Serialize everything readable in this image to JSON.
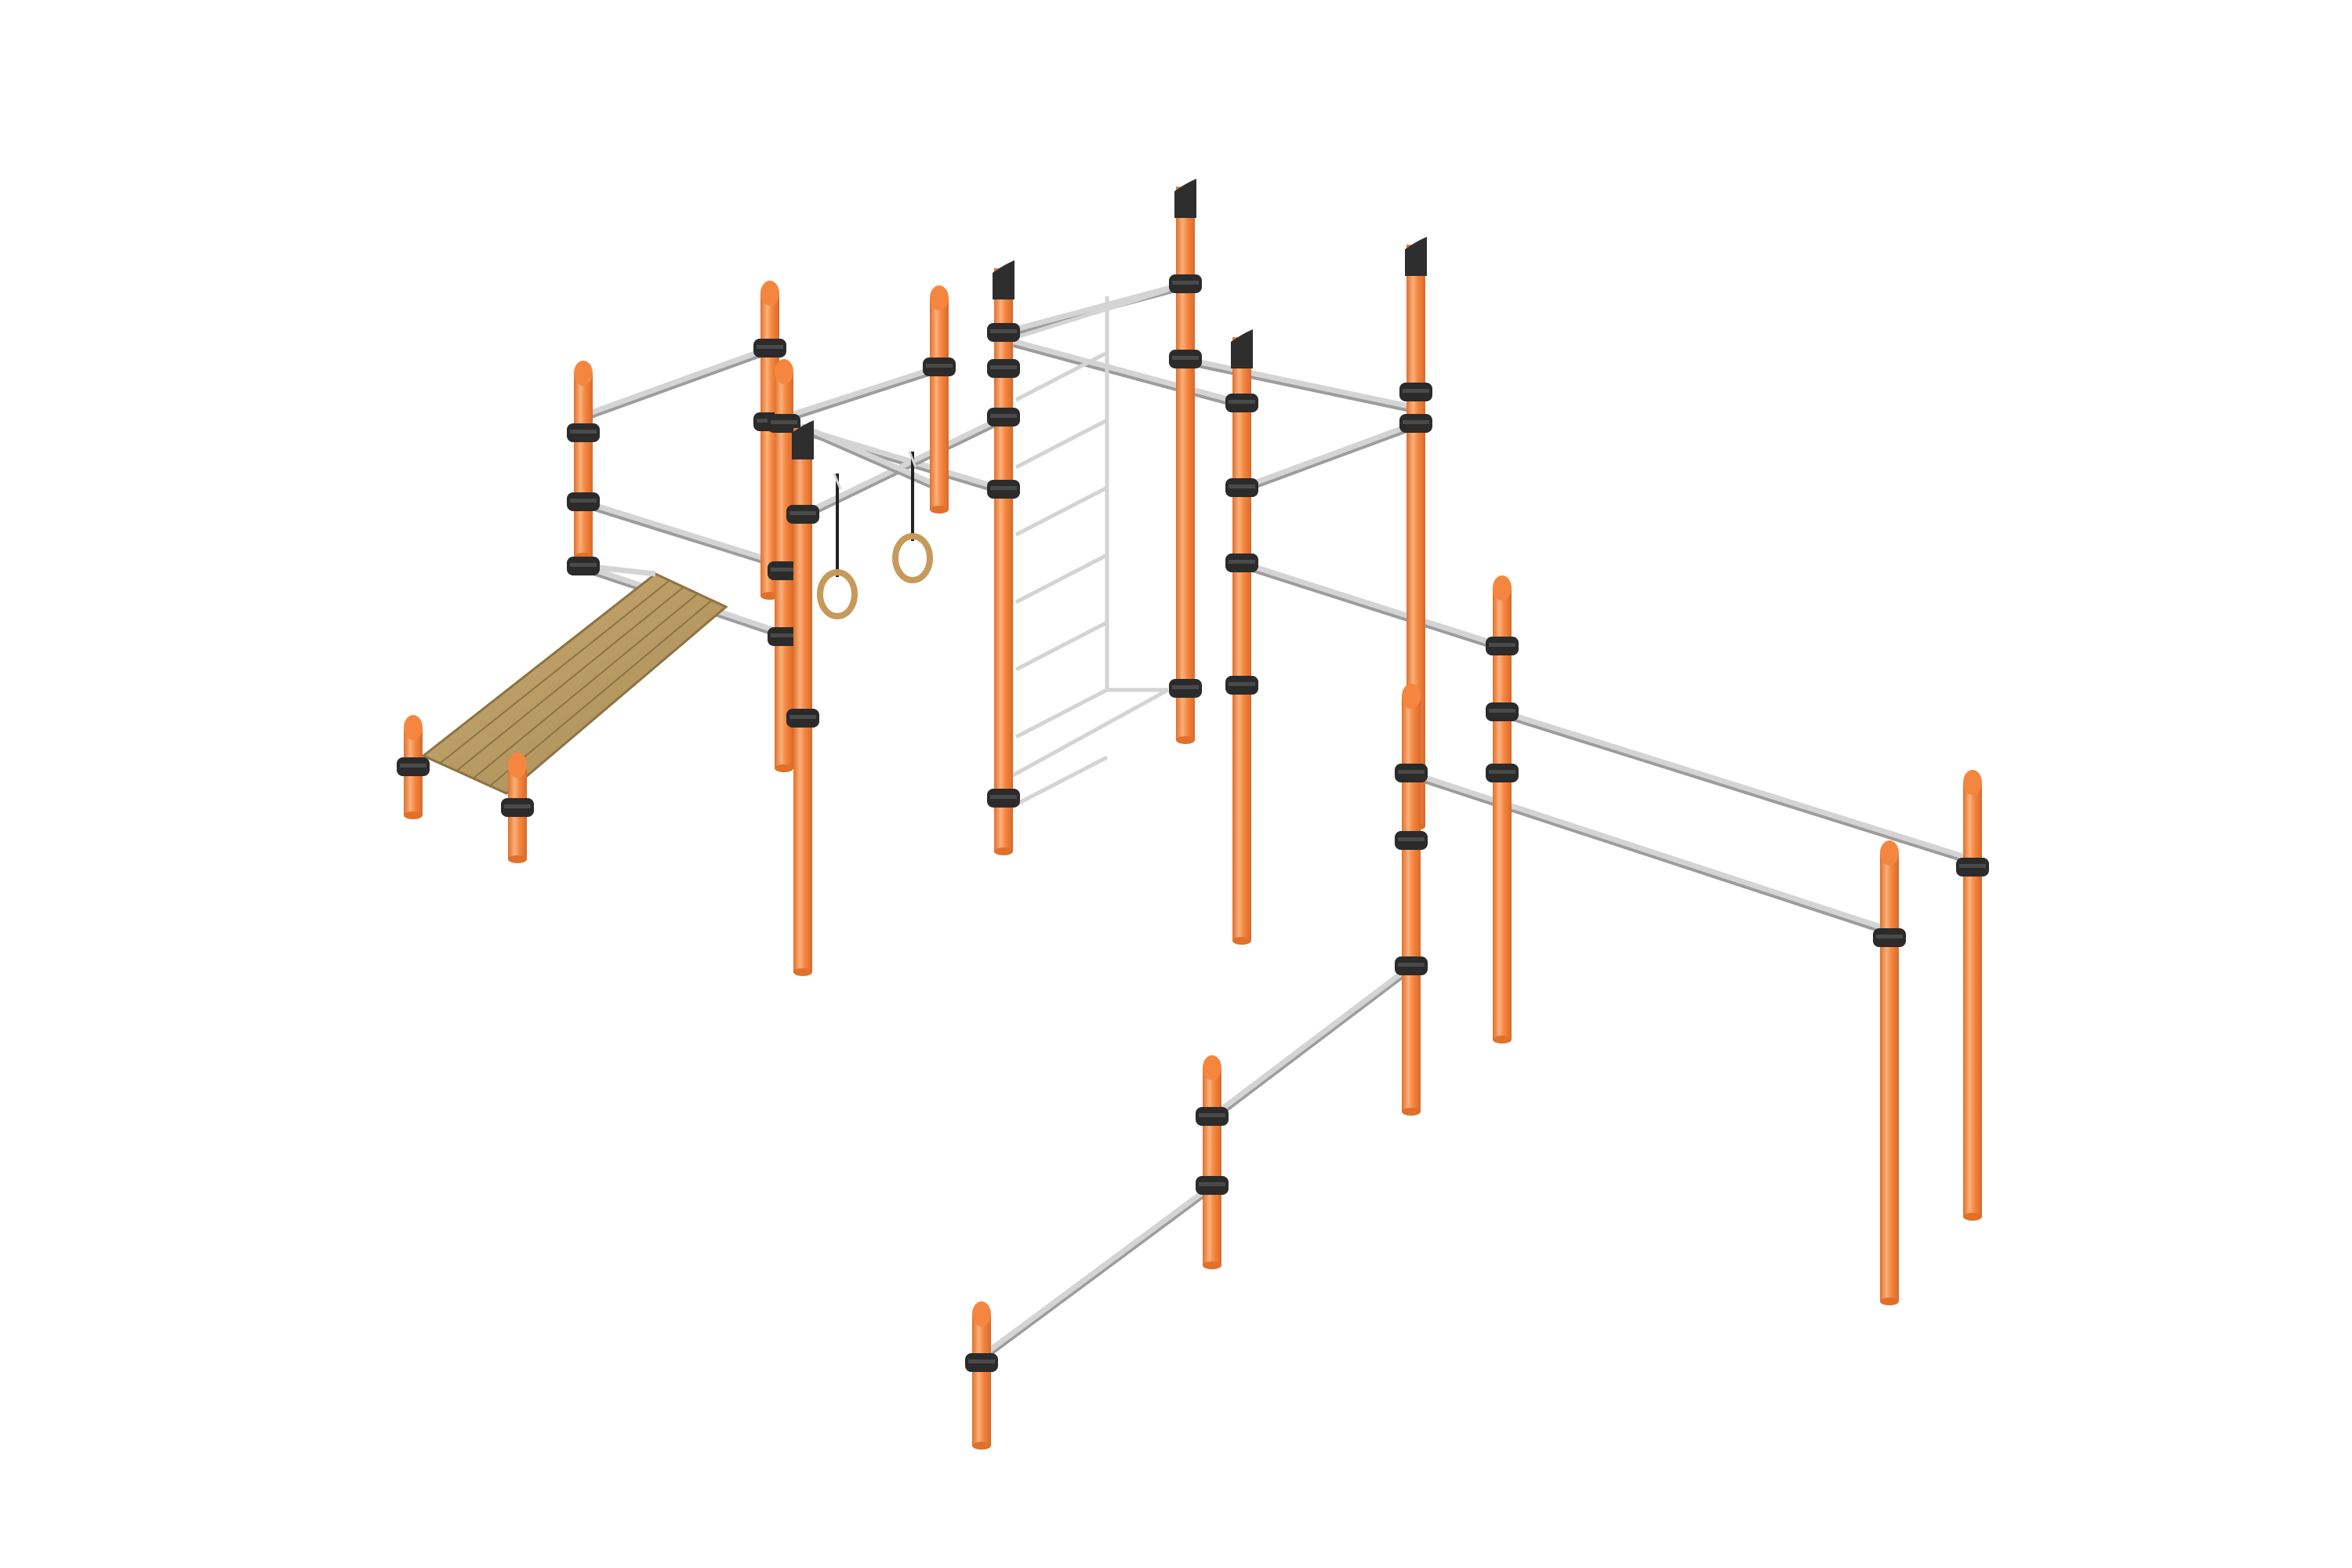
{
  "scene": {
    "subject": "outdoor-street-workout-station",
    "background_color": "#ffffff",
    "colors": {
      "post": "#f5863f",
      "post_shade": "#e0702a",
      "post_highlight": "#fbb07c",
      "clamp": "#2b2b2b",
      "cap": "#2e2e2e",
      "bar": "#d4d4d4",
      "bar_shade": "#9c9c9c",
      "wood": "#b89a63",
      "wood_line": "#8c7443",
      "ring": "#c69a5a",
      "strap": "#222222"
    },
    "parts": [
      "pull-up-frame",
      "wall-ladder",
      "gymnastic-rings",
      "sit-up-bench",
      "parallel-bars",
      "low-push-up-bars"
    ]
  }
}
